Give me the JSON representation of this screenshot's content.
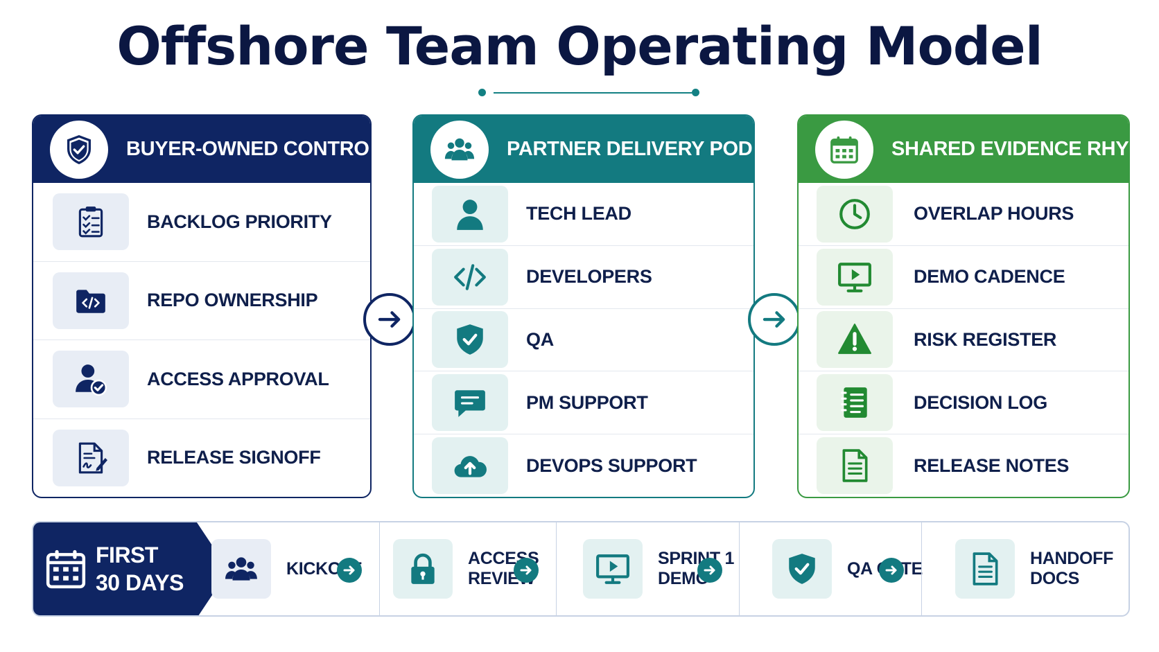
{
  "title": "Offshore Team Operating Model",
  "colors": {
    "navy": "#0f2563",
    "teal": "#137a80",
    "green": "#3a9a42"
  },
  "panels": [
    {
      "title": "BUYER-OWNED CONTROLS",
      "badge_icon": "shield-check-icon",
      "items": [
        {
          "label": "BACKLOG PRIORITY",
          "icon": "checklist-icon"
        },
        {
          "label": "REPO OWNERSHIP",
          "icon": "code-folder-icon"
        },
        {
          "label": "ACCESS APPROVAL",
          "icon": "user-check-icon"
        },
        {
          "label": "RELEASE SIGNOFF",
          "icon": "document-signature-icon"
        }
      ]
    },
    {
      "title": "PARTNER DELIVERY POD",
      "badge_icon": "team-icon",
      "items": [
        {
          "label": "TECH LEAD",
          "icon": "person-icon"
        },
        {
          "label": "DEVELOPERS",
          "icon": "code-icon"
        },
        {
          "label": "QA",
          "icon": "shield-check-icon"
        },
        {
          "label": "PM SUPPORT",
          "icon": "chat-icon"
        },
        {
          "label": "DEVOPS SUPPORT",
          "icon": "cloud-upload-icon"
        }
      ]
    },
    {
      "title": "SHARED EVIDENCE RHYTHM",
      "badge_icon": "calendar-icon",
      "items": [
        {
          "label": "OVERLAP HOURS",
          "icon": "clock-icon"
        },
        {
          "label": "DEMO CADENCE",
          "icon": "monitor-play-icon"
        },
        {
          "label": "RISK REGISTER",
          "icon": "warning-icon"
        },
        {
          "label": "DECISION LOG",
          "icon": "notebook-icon"
        },
        {
          "label": "RELEASE NOTES",
          "icon": "document-icon"
        }
      ]
    }
  ],
  "timeline": {
    "start": {
      "line1": "FIRST",
      "line2": "30 DAYS",
      "icon": "calendar-icon"
    },
    "steps": [
      {
        "line1": "KICKOFF",
        "line2": "",
        "icon": "team-icon"
      },
      {
        "line1": "ACCESS",
        "line2": "REVIEW",
        "icon": "lock-icon"
      },
      {
        "line1": "SPRINT 1",
        "line2": "DEMO",
        "icon": "monitor-play-icon"
      },
      {
        "line1": "QA GATE",
        "line2": "",
        "icon": "shield-check-icon"
      },
      {
        "line1": "HANDOFF",
        "line2": "DOCS",
        "icon": "document-icon"
      }
    ]
  }
}
